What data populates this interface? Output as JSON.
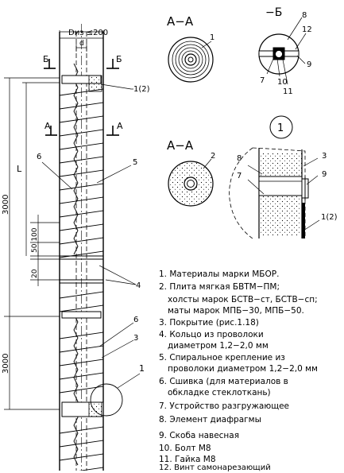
{
  "labels": {
    "diameter": "Dиз ≤200",
    "d": "d",
    "cut_b": "Б",
    "cut_a": "А",
    "section_aa_top": "А−А",
    "section_aa_bottom": "А−А",
    "view_b": "−Б",
    "detail_1": "1",
    "dim_L": "L",
    "dim_3000_top": "3000",
    "dim_3000_bottom": "3000",
    "dim_50_100": "50 100",
    "dim_20": "20"
  },
  "callouts": {
    "main_1_2": "1(2)",
    "main_6_top": "6",
    "main_5": "5",
    "main_4": "4",
    "main_6_bottom": "6",
    "main_3": "3",
    "main_1": "1",
    "aa_top_1": "1",
    "aa_bottom_2": "2",
    "b_8": "8",
    "b_12": "12",
    "b_9": "9",
    "b_7": "7",
    "b_10": "10",
    "b_11": "11",
    "det_8": "8",
    "det_3": "3",
    "det_7": "7",
    "det_9": "9",
    "det_1_2": "1(2)"
  },
  "notes": [
    "1. Материалы марки МБОР.",
    "2. Плита мягкая БВТМ−ПМ;",
    "холсты марок БСТВ−ст, БСТВ−сп;",
    "маты марок МПБ−30, МПБ−50.",
    "3. Покрытие (рис.1.18)",
    "4. Кольцо из проволоки",
    "диаметром 1,2−2,0 мм",
    "5. Спиральное крепление из",
    "проволоки диаметром 1,2−2,0 мм",
    "6. Сшивка (для материалов в",
    "обкладке стеклоткань)",
    "7. Устройство разгружающее",
    "8. Элемент диафрагмы",
    "9. Скоба навесная",
    "10. Болт М8",
    "11. Гайка М8",
    "12. Винт самонарезающий"
  ]
}
